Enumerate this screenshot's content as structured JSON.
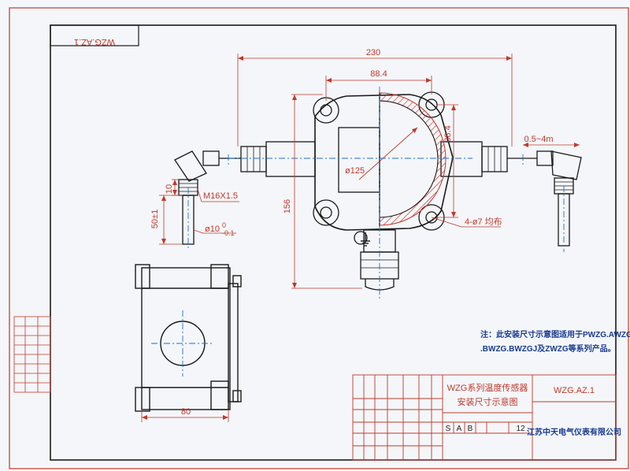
{
  "drawing": {
    "code_mirrored": "WZG.AZ.1",
    "code": "WZG.AZ.1",
    "title_line1": "WZG系列温度传感器",
    "title_line2": "安装尺寸示意图",
    "note_line1": "注：此安装尺寸示意图适用于PWZG.AWZG",
    "note_line2": ".BWZG.BWZGJ及ZWZG等系列产品。",
    "company": "江苏中天电气仪表有限公司",
    "sheet_letters": [
      "S",
      "A",
      "B"
    ],
    "sheet_number": "12"
  },
  "dimensions": {
    "width_total": "230",
    "width_center": "88.4",
    "height_center": "88.4",
    "height_total": "156",
    "diameter": "ø125",
    "cable_length": "0.5~4m",
    "thread": "M16X1.5",
    "thread_length": "10",
    "probe_length": "50±1",
    "probe_diameter": "ø10",
    "probe_diameter_tol_upper": "0",
    "probe_diameter_tol_lower": "-0.1",
    "holes": "4-ø7 均布",
    "base_width": "80"
  },
  "colors": {
    "border": "#c0392b",
    "outline": "#1a1a1a",
    "centerline": "#1f6fd1",
    "hatch": "#c0392b"
  }
}
